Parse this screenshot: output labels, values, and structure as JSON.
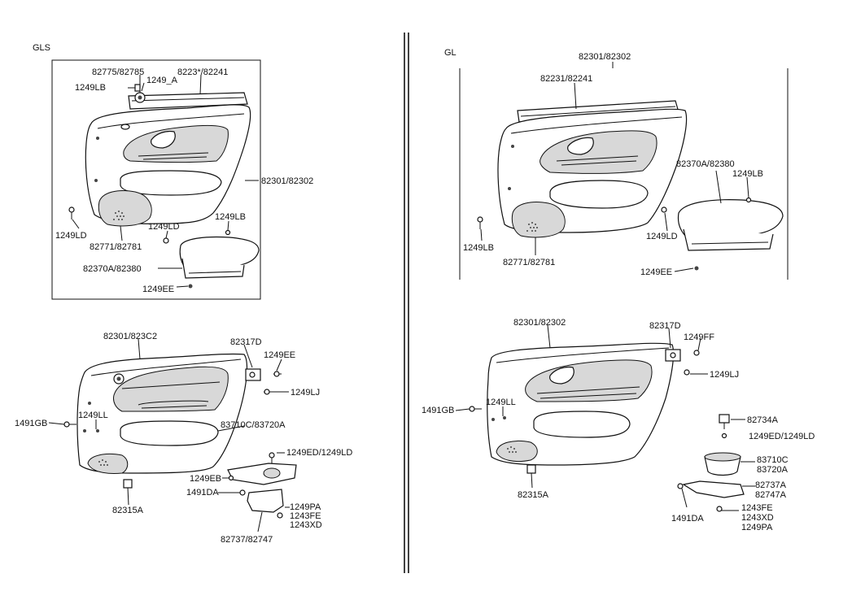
{
  "sections": {
    "gls": {
      "variant": "GLS"
    },
    "gl": {
      "variant": "GL"
    }
  },
  "labels": {
    "gls_top": {
      "p82775": "82775/82785",
      "p82231": "8223*/82241",
      "p1249la": "1249_A",
      "p1249lb": "1249LB",
      "p82301": "82301/82302",
      "p1249ld_left": "1249LD",
      "p82771": "82771/82781",
      "p1249ld": "1249LD",
      "p1249lb_right": "1249LB",
      "p82370": "82370A/82380",
      "p1249ee": "1249EE"
    },
    "gls_bottom": {
      "p82301": "82301/823C2",
      "p82317d": "82317D",
      "p1249ee": "1249EE",
      "p1249lj": "1249LJ",
      "p1491gb": "1491GB",
      "p1249ll": "1249LL",
      "p83710": "83710C/83720A",
      "p1249ed": "1249ED/1249LD",
      "p1249eb": "1249EB",
      "p1491da": "1491DA",
      "p1249pa": "1249PA",
      "p1243fe": "1243FE",
      "p1243xd": "1243XD",
      "p82737": "82737/82747",
      "p82315": "82315A"
    },
    "gl_top": {
      "p82301": "82301/82302",
      "p82231": "82231/82241",
      "p82370": "82370A/82380",
      "p1249lb": "1249LB",
      "p1249lb_left": "1249LB",
      "p1249ld": "1249LD",
      "p82771": "82771/82781",
      "p1249ee": "1249EE"
    },
    "gl_bottom": {
      "p82301": "82301/82302",
      "p82317d": "82317D",
      "p1249ff": "1249FF",
      "p1249lj": "1249LJ",
      "p1491gb": "1491GB",
      "p1249ll": "1249LL",
      "p82734": "82734A",
      "p1249ed": "1249ED/1249LD",
      "p83710": "83710C",
      "p83720": "83720A",
      "p82737": "82737A",
      "p82747": "82747A",
      "p1243fe": "1243FE",
      "p1243xd": "1243XD",
      "p1249pa": "1249PA",
      "p1491da": "1491DA",
      "p82315": "82315A"
    }
  }
}
